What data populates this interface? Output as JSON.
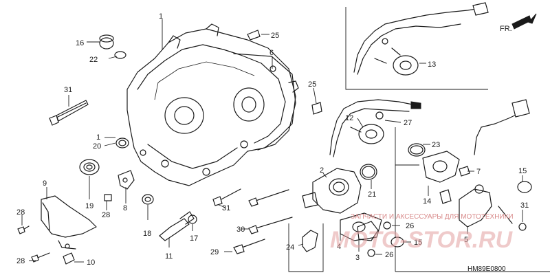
{
  "diagram": {
    "fr_label": "FR.",
    "drawing_code": "HM89E0800",
    "watermark_text": "ЗАПЧАСТИ И АКСЕССУАРЫ ДЛЯ МОТОТЕХНИКИ",
    "watermark_logo": "MOTO-STOR.RU",
    "callouts": [
      "1",
      "25",
      "16",
      "22",
      "6",
      "13",
      "31",
      "25",
      "12",
      "27",
      "1",
      "20",
      "23",
      "2",
      "7",
      "15",
      "9",
      "19",
      "8",
      "21",
      "14",
      "28",
      "31",
      "18",
      "17",
      "26",
      "28",
      "11",
      "30",
      "24",
      "4",
      "5",
      "15",
      "31",
      "29",
      "3",
      "26",
      "28",
      "10"
    ]
  }
}
